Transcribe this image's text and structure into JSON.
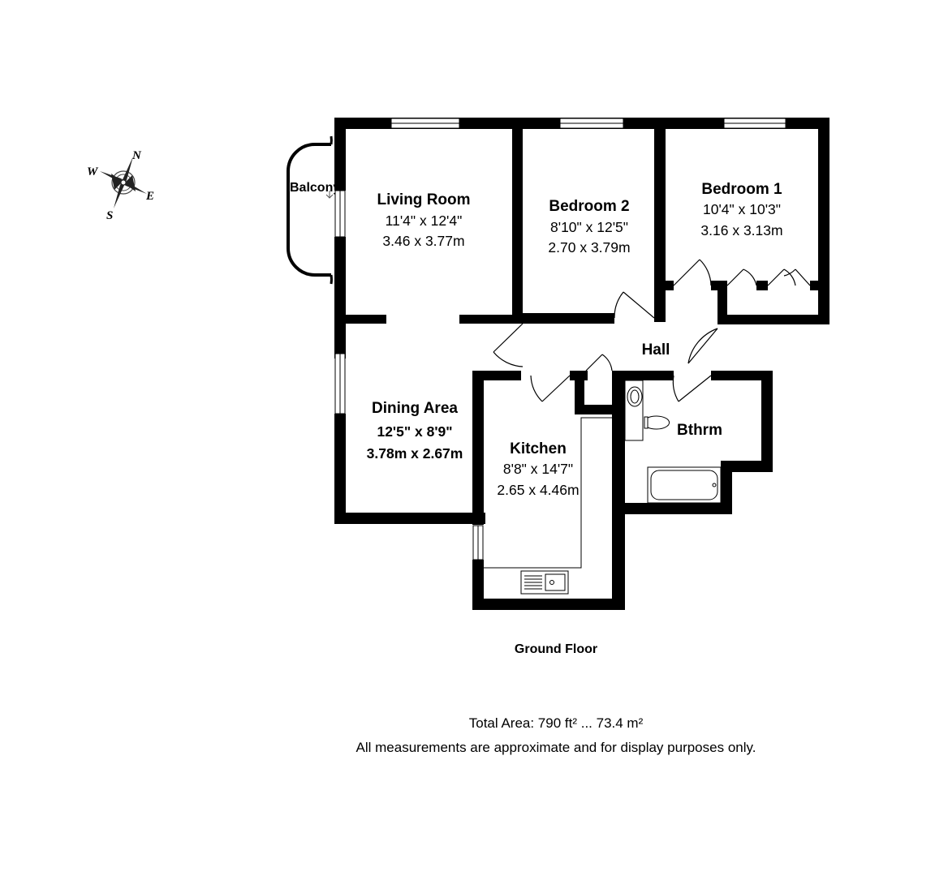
{
  "compass": {
    "n": "N",
    "e": "E",
    "s": "S",
    "w": "W"
  },
  "balcony": {
    "label": "Balcony"
  },
  "rooms": {
    "living": {
      "name": "Living Room",
      "imperial": "11'4\" x 12'4\"",
      "metric": "3.46 x 3.77m"
    },
    "bedroom2": {
      "name": "Bedroom 2",
      "imperial": "8'10\" x 12'5\"",
      "metric": "2.70 x 3.79m"
    },
    "bedroom1": {
      "name": "Bedroom 1",
      "imperial": "10'4\" x 10'3\"",
      "metric": "3.16 x 3.13m"
    },
    "hall": {
      "name": "Hall"
    },
    "dining": {
      "name": "Dining Area",
      "imperial": "12'5\" x 8'9\"",
      "metric": "3.78m x 2.67m"
    },
    "kitchen": {
      "name": "Kitchen",
      "imperial": "8'8\" x 14'7\"",
      "metric": "2.65 x 4.46m"
    },
    "bathroom": {
      "name": "Bthrm"
    }
  },
  "floor_label": "Ground Floor",
  "footer": {
    "total_area": "Total Area: 790 ft² ... 73.4 m²",
    "disclaimer": "All measurements are approximate and for display purposes only."
  }
}
